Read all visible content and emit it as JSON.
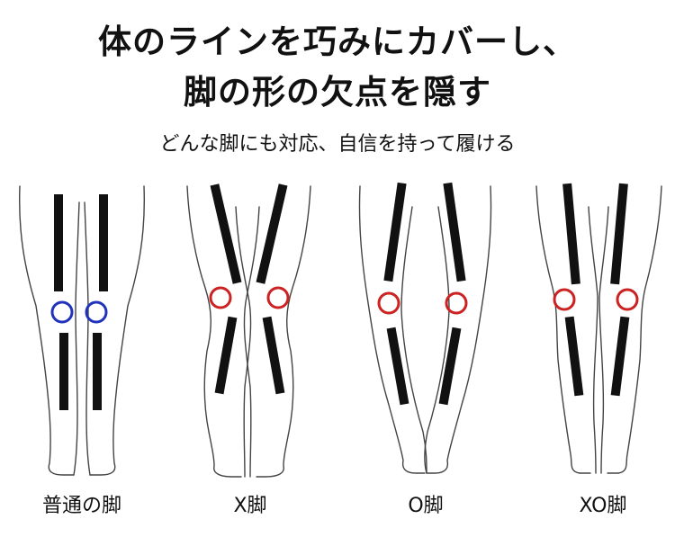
{
  "headline": {
    "line1": "体のラインを巧みにカバーし、",
    "line2": "脚の形の欠点を隠す"
  },
  "subline": "どんな脚にも対応、自信を持って履ける",
  "colors": {
    "outline": "#444444",
    "stripe": "#111111",
    "ring_normal": "#2233bb",
    "ring_problem": "#cc2222"
  },
  "figures": [
    {
      "id": "normal",
      "label": "普通の脚",
      "ring_color": "ring_normal"
    },
    {
      "id": "x",
      "label": "X脚",
      "ring_color": "ring_problem"
    },
    {
      "id": "o",
      "label": "O脚",
      "ring_color": "ring_problem"
    },
    {
      "id": "xo",
      "label": "XO脚",
      "ring_color": "ring_problem"
    }
  ]
}
